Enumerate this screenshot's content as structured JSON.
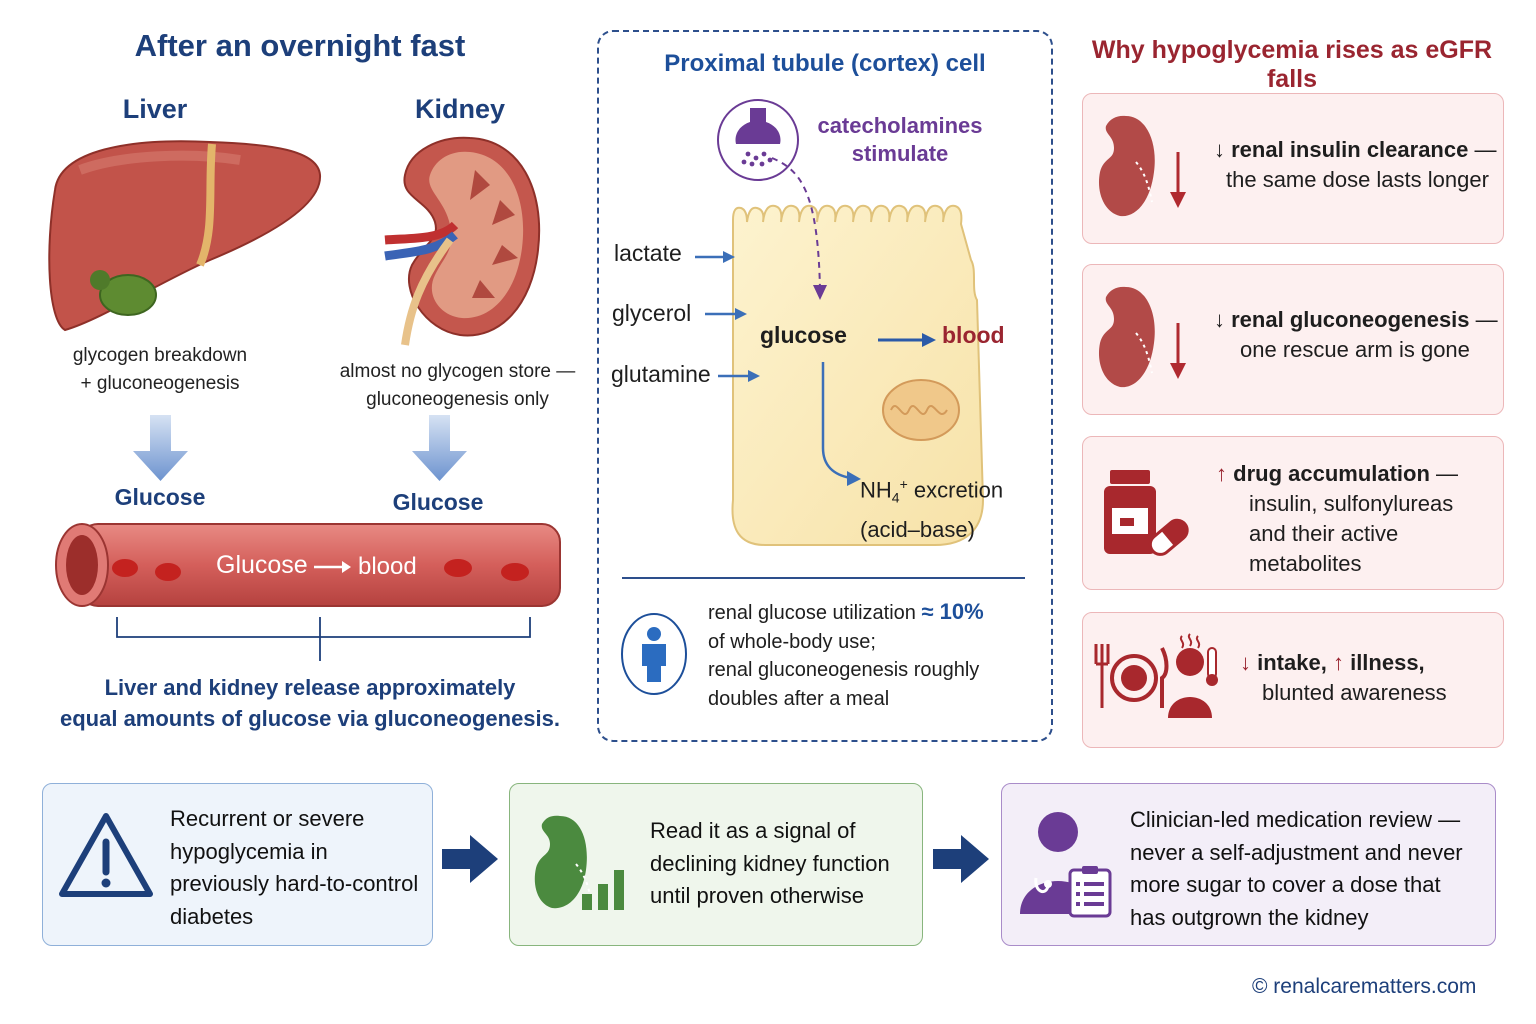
{
  "left": {
    "title": "After an overnight fast",
    "liver_label": "Liver",
    "kidney_label": "Kidney",
    "liver_note_1": "glycogen breakdown",
    "liver_note_2": "+ gluconeogenesis",
    "kidney_note_1": "almost no glycogen store —",
    "kidney_note_2": "gluconeogenesis only",
    "liver_glucose": "Glucose",
    "kidney_glucose": "Glucose",
    "vessel_glucose": "Glucose",
    "vessel_blood": "blood",
    "summary_1": "Liver and kidney release approximately",
    "summary_2": "equal amounts of glucose via gluconeogenesis."
  },
  "cell": {
    "title": "Proximal tubule (cortex) cell",
    "catecholamines_1": "catecholamines",
    "catecholamines_2": "stimulate",
    "substrates": [
      "lactate",
      "glycerol",
      "glutamine"
    ],
    "glucose": "glucose",
    "blood": "blood",
    "nh4_base": "NH",
    "nh4_sub": "4",
    "nh4_sup": "+",
    "excretion": " excretion",
    "acid_base": "(acid–base)",
    "note_line1": "renal glucose utilization",
    "note_approx": "≈ 10%",
    "note_line2": "of whole-body use;",
    "note_line3": "renal gluconeogenesis roughly",
    "note_line4": "doubles after a meal"
  },
  "right": {
    "title": "Why hypoglycemia rises as eGFR falls",
    "cards": [
      {
        "arrow": "↓",
        "head": "renal insulin clearance",
        "dash": " —",
        "line2": "the same dose lasts longer",
        "line3": "",
        "line4": "",
        "icon": "kidney-down-icon"
      },
      {
        "arrow": "↓",
        "head": "renal gluconeogenesis",
        "dash": " —",
        "line2": "one rescue arm is gone",
        "line3": "",
        "line4": "",
        "icon": "kidney-down-icon"
      },
      {
        "arrow": "↑",
        "head": "drug accumulation",
        "dash": " —",
        "line2": "insulin, sulfonylureas",
        "line3": "and their active",
        "line4": "metabolites",
        "icon": "pill-bottle-icon"
      },
      {
        "arrow": "",
        "head": "",
        "dash": "",
        "line2": "blunted awareness",
        "line3": "",
        "line4": "",
        "icon": "plate-illness-icon"
      }
    ],
    "card4_arrow1": "↓",
    "card4_word1": "intake,",
    "card4_arrow2": "↑",
    "card4_word2": "illness,"
  },
  "bottom": {
    "card1": [
      "Recurrent or severe",
      "hypoglycemia in",
      "previously hard-to-control",
      "diabetes"
    ],
    "card2": [
      "Read it as a signal of",
      "declining kidney function",
      "until proven otherwise"
    ],
    "card3": [
      "Clinician-led medication review —",
      "never a self-adjustment and never",
      "more sugar to cover a dose that",
      "has outgrown the kidney"
    ]
  },
  "footer": {
    "copyright": "©  renalcarematters.com"
  },
  "colors": {
    "navy": "#1d3f7a",
    "maroon": "#9a2530",
    "purple": "#6a3b95",
    "cell_fill": "#fbeec0",
    "vessel_red": "#d9625f"
  }
}
